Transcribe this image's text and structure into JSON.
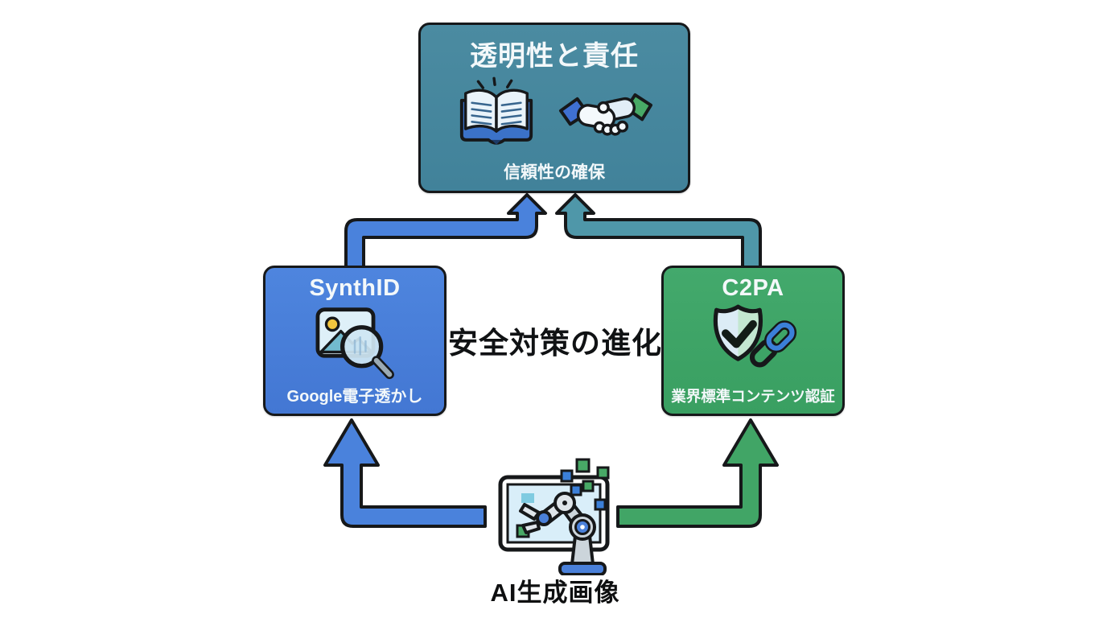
{
  "diagram": {
    "center_label": "安全対策の進化",
    "top_box": {
      "title": "透明性と責任",
      "subtitle": "信頼性の確保",
      "icons": [
        "open-book-icon",
        "handshake-icon"
      ]
    },
    "left_box": {
      "title": "SynthID",
      "subtitle": "Google電子透かし",
      "icons": [
        "image-watermark-magnifier-icon"
      ]
    },
    "right_box": {
      "title": "C2PA",
      "subtitle": "業界標準コンテンツ認証",
      "icons": [
        "shield-check-icon",
        "chain-link-icon"
      ]
    },
    "bottom_node": {
      "label": "AI生成画像",
      "icons": [
        "robot-arm-screen-icon",
        "pixel-squares-icon"
      ]
    },
    "arrows": [
      {
        "name": "ai-to-synthid",
        "color_key": "arrow_blue"
      },
      {
        "name": "ai-to-c2pa",
        "color_key": "arrow_green"
      },
      {
        "name": "synthid-to-top",
        "color_key": "arrow_blue"
      },
      {
        "name": "c2pa-to-top",
        "color_key": "arrow_teal"
      }
    ]
  },
  "colors": {
    "top_box": "#45869c",
    "left_box": "#4a80da",
    "right_box": "#3fa667",
    "arrow_blue": "#4a82dc",
    "arrow_teal": "#4f97a9",
    "arrow_green": "#41a566",
    "outline": "#16181a",
    "text_light": "#f3f8fa",
    "text_dark": "#101214"
  }
}
